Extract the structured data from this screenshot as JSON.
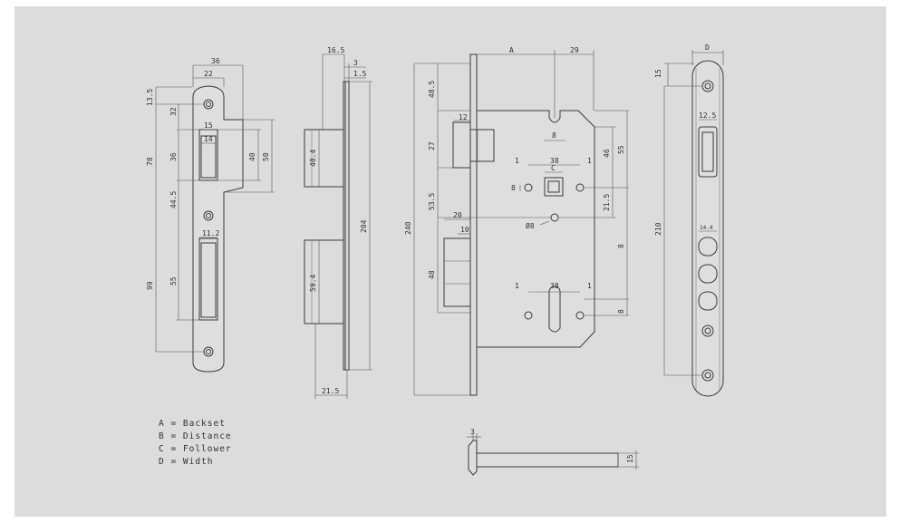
{
  "legend": [
    {
      "label": "A = Backset"
    },
    {
      "label": "B = Distance"
    },
    {
      "label": "C = Follower"
    },
    {
      "label": "D = Width"
    }
  ],
  "dims": {
    "p1_36": "36",
    "p1_22": "22",
    "p1_13_5": "13.5",
    "p1_32": "32",
    "p1_15": "15",
    "p1_14": "14",
    "p1_78": "78",
    "p1_36b": "36",
    "p1_40": "40",
    "p1_50": "50",
    "p1_44_5": "44.5",
    "p1_99": "99",
    "p1_55": "55",
    "p1_11_2": "11.2",
    "p2_16_5": "16.5",
    "p2_3": "3",
    "p2_1_5": "1.5",
    "p2_40_4": "40.4",
    "p2_204": "204",
    "p2_59_4": "59.4",
    "p2_21_5": "21.5",
    "p3_A": "A",
    "p3_29": "29",
    "p3_48_5": "48.5",
    "p3_12": "12",
    "p3_8a": "8",
    "p3_27": "27",
    "p3_55": "55",
    "p3_46": "46",
    "p3_C": "C",
    "p3_1a": "1",
    "p3_38a": "38",
    "p3_1b": "1",
    "p3_8b": "8",
    "p3_21_5": "21.5",
    "p3_53_5": "53.5",
    "p3_phi8": "Ø8",
    "p3_240": "240",
    "p3_20": "20",
    "p3_10": "10",
    "p3_8c": "8",
    "p3_48": "48",
    "p3_1c": "1",
    "p3_38b": "38",
    "p3_1d": "1",
    "p3_8d": "8",
    "p4_D": "D",
    "p4_15": "15",
    "p4_12_5": "12.5",
    "p4_210": "210",
    "p4_14_4": "14.4",
    "p5_3": "3",
    "p5_15": "15"
  }
}
